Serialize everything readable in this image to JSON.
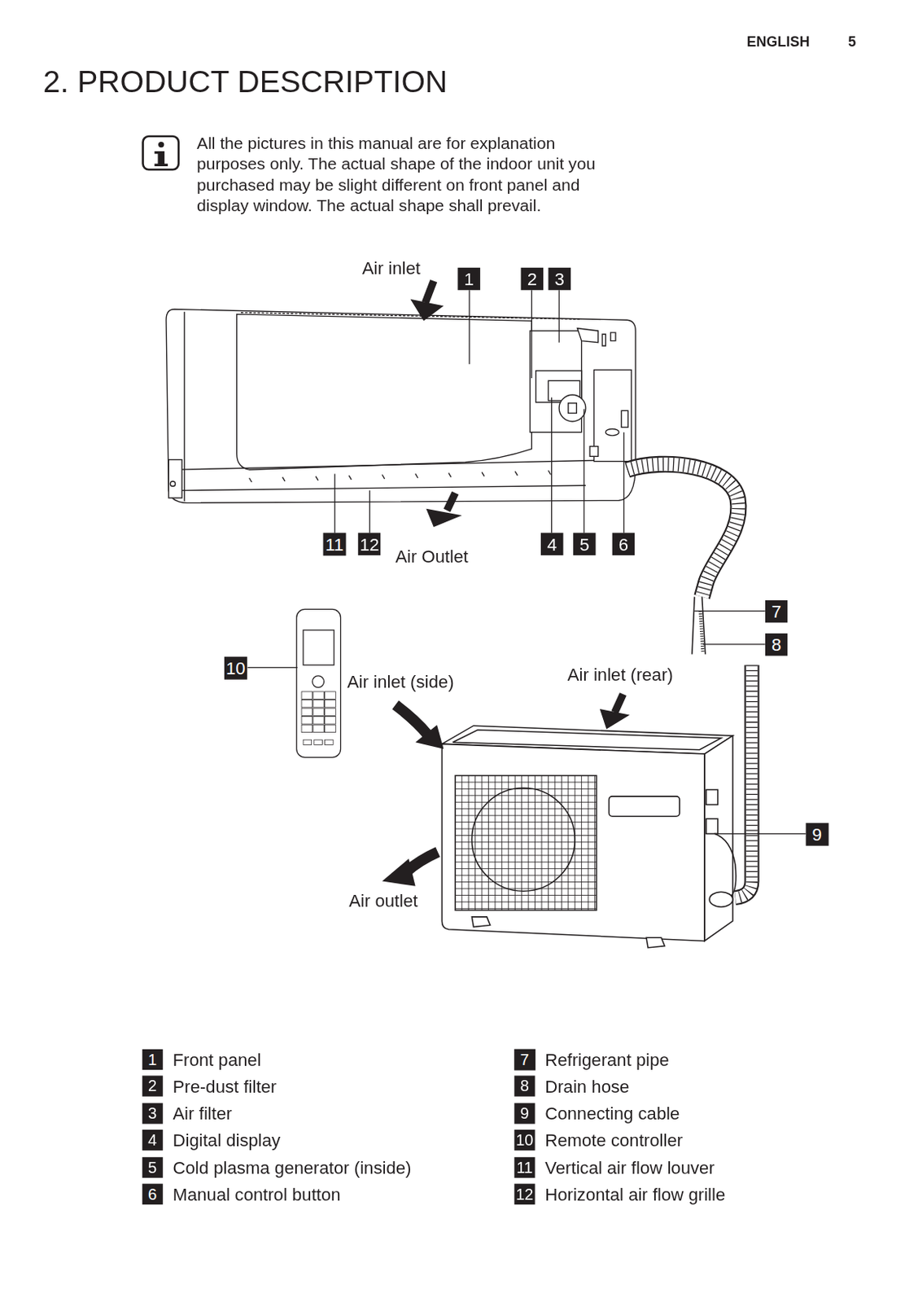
{
  "diagram": {
    "title": "2. PRODUCT DESCRIPTION",
    "labels": [
      "ENGLISH",
      "5",
      "All the pictures in this manual are for explanation purposes only. The actual shape of the indoor unit you purchased may be slight different on front panel and display window. The actual shape shall prevail.",
      "Air inlet",
      "1",
      "2",
      "3",
      "11",
      "12",
      "Air Outlet",
      "4",
      "5",
      "6",
      "7",
      "8",
      "10",
      "Air inlet (side)",
      "Air inlet (rear)",
      "9",
      "Air outlet",
      "1",
      "Front panel",
      "2",
      "Pre-dust filter",
      "3",
      "Air filter",
      "4",
      "Digital display",
      "5",
      "Cold plasma generator (inside)",
      "6",
      "Manual control button",
      "7",
      "Refrigerant pipe",
      "8",
      "Drain hose",
      "9",
      "Connecting cable",
      "10",
      "Remote controller",
      "11",
      "Vertical air flow louver",
      "12",
      "Horizontal air flow grille"
    ]
  }
}
